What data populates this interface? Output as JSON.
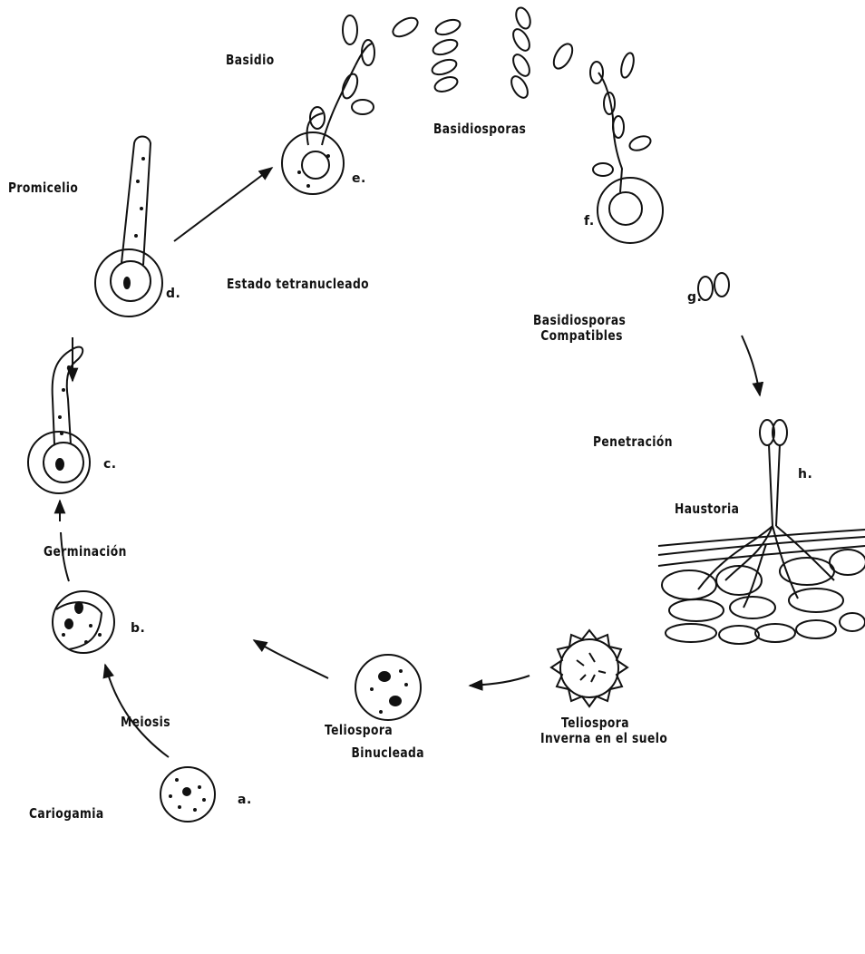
{
  "labels": {
    "basidio": "Basidio",
    "basidiosporas": "Basidiosporas",
    "promicelio": "Promicelio",
    "estado_tetranucleado": "Estado tetranucleado",
    "basidiosporas_compatibles_1": "Basidiosporas",
    "basidiosporas_compatibles_2": "Compatibles",
    "penetracion": "Penetración",
    "haustoria": "Haustoria",
    "germinacion": "Germinación",
    "meiosis": "Meiosis",
    "cariogamia": "Cariogamia",
    "teliospora_binucleada_1": "Teliospora",
    "teliospora_binucleada_2": "Binucleada",
    "teliospora_suelo_1": "Teliospora",
    "teliospora_suelo_2": "Inverna en el suelo"
  },
  "stage_tags": {
    "a": "a.",
    "b": "b.",
    "c": "c.",
    "d": "d.",
    "e": "e.",
    "f": "f.",
    "g": "g.",
    "h": "h."
  },
  "colors": {
    "ink": "#111111",
    "paper": "#ffffff"
  }
}
